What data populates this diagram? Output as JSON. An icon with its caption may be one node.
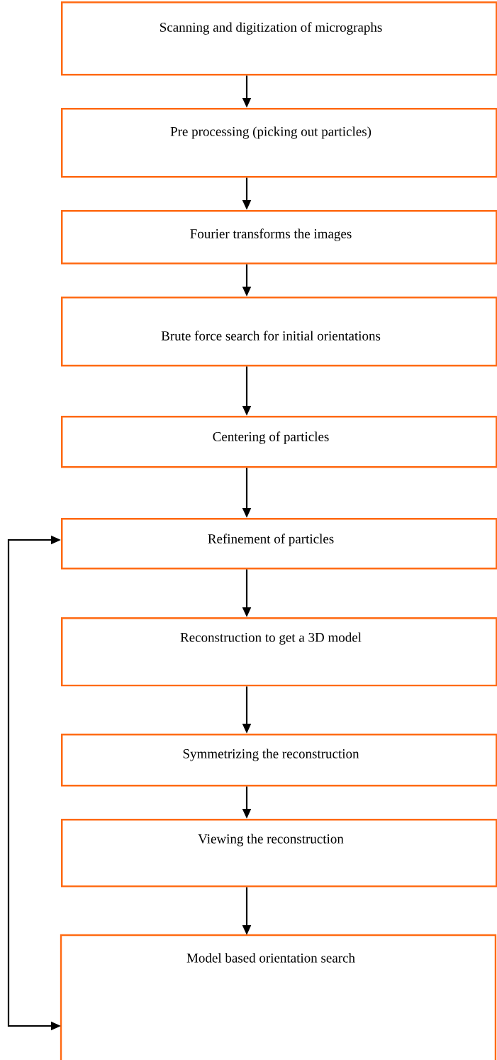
{
  "diagram": {
    "nodes": [
      {
        "text": [
          "Scanning and digitization of micrographs"
        ]
      },
      {
        "text": [
          "Pre processing (picking out particles)"
        ]
      },
      {
        "text": [
          "Fourier transforms the images"
        ]
      },
      {
        "text": [
          "Brute force search for initial orientations"
        ]
      },
      {
        "text": [
          "Centering of particles"
        ]
      },
      {
        "text": [
          "Refinement of particles"
        ]
      },
      {
        "text": [
          "Reconstruction to get a 3D model"
        ]
      },
      {
        "text": [
          "Symmetrizing the reconstruction"
        ]
      },
      {
        "text": [
          "Viewing the reconstruction"
        ]
      },
      {
        "text": [
          "Model based orientation search"
        ]
      }
    ],
    "edges": [
      {
        "from": 0,
        "to": 1,
        "arrow": "to"
      },
      {
        "from": 1,
        "to": 2,
        "arrow": "to"
      },
      {
        "from": 2,
        "to": 3,
        "arrow": "to"
      },
      {
        "from": 3,
        "to": 4,
        "arrow": "to"
      },
      {
        "from": 4,
        "to": 5,
        "arrow": "to"
      },
      {
        "from": 5,
        "to": 6,
        "arrow": "to"
      },
      {
        "from": 6,
        "to": 7,
        "arrow": "to"
      },
      {
        "from": 7,
        "to": 8,
        "arrow": "to"
      },
      {
        "from": 8,
        "to": 9,
        "arrow": "to"
      },
      {
        "from": 9,
        "to": 5,
        "arrow": "both"
      }
    ]
  }
}
